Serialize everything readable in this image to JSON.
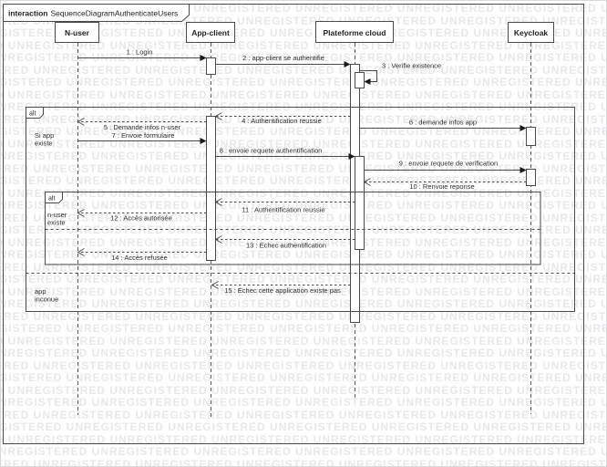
{
  "diagram": {
    "frame_title": {
      "keyword": "interaction",
      "name": "SequenceDiagramAuthenticateUsers"
    },
    "lifelines": [
      {
        "label": "N-user"
      },
      {
        "label": "App-client"
      },
      {
        "label": "Plateforme cloud"
      },
      {
        "label": "Keycloak"
      }
    ],
    "messages": [
      {
        "label": "1 : Login",
        "from": "N-user",
        "to": "App-client",
        "kind": "sync"
      },
      {
        "label": "2 : app-client se authentifie",
        "from": "App-client",
        "to": "Plateforme cloud",
        "kind": "sync"
      },
      {
        "label": "3 : Verifie existence",
        "from": "Plateforme cloud",
        "to": "Plateforme cloud",
        "kind": "self"
      },
      {
        "label": "4 : Authentification reussie",
        "from": "Plateforme cloud",
        "to": "App-client",
        "kind": "reply"
      },
      {
        "label": "5 : Demande infos n-user",
        "from": "App-client",
        "to": "N-user",
        "kind": "reply"
      },
      {
        "label": "6 : demande infos app",
        "from": "Plateforme cloud",
        "to": "Keycloak",
        "kind": "sync"
      },
      {
        "label": "7 : Envoie formulaire",
        "from": "N-user",
        "to": "App-client",
        "kind": "sync"
      },
      {
        "label": "8 : envoie requete authentification",
        "from": "App-client",
        "to": "Plateforme cloud",
        "kind": "sync"
      },
      {
        "label": "9 : envoie requete de verification",
        "from": "Plateforme cloud",
        "to": "Keycloak",
        "kind": "sync"
      },
      {
        "label": "10 : Renvoie reponse",
        "from": "Keycloak",
        "to": "Plateforme cloud",
        "kind": "reply"
      },
      {
        "label": "11 : Authentification reussie",
        "from": "Plateforme cloud",
        "to": "App-client",
        "kind": "reply"
      },
      {
        "label": "12 : Accès autorisée",
        "from": "App-client",
        "to": "N-user",
        "kind": "reply"
      },
      {
        "label": "13 : Echec authentification",
        "from": "Plateforme cloud",
        "to": "App-client",
        "kind": "reply"
      },
      {
        "label": "14 : Accès refusée",
        "from": "App-client",
        "to": "N-user",
        "kind": "reply"
      },
      {
        "label": "15 : Echec cette application existe pas",
        "from": "Plateforme cloud",
        "to": "App-client",
        "kind": "reply"
      }
    ],
    "fragments": {
      "outer": {
        "operator": "alt",
        "guard_top": [
          "Si app",
          "existe"
        ],
        "guard_bottom": [
          "app",
          "inconue"
        ]
      },
      "inner": {
        "operator": "alt",
        "guard_top": [
          "n-user",
          "existe"
        ]
      }
    },
    "watermark": "UNREGISTERED"
  }
}
